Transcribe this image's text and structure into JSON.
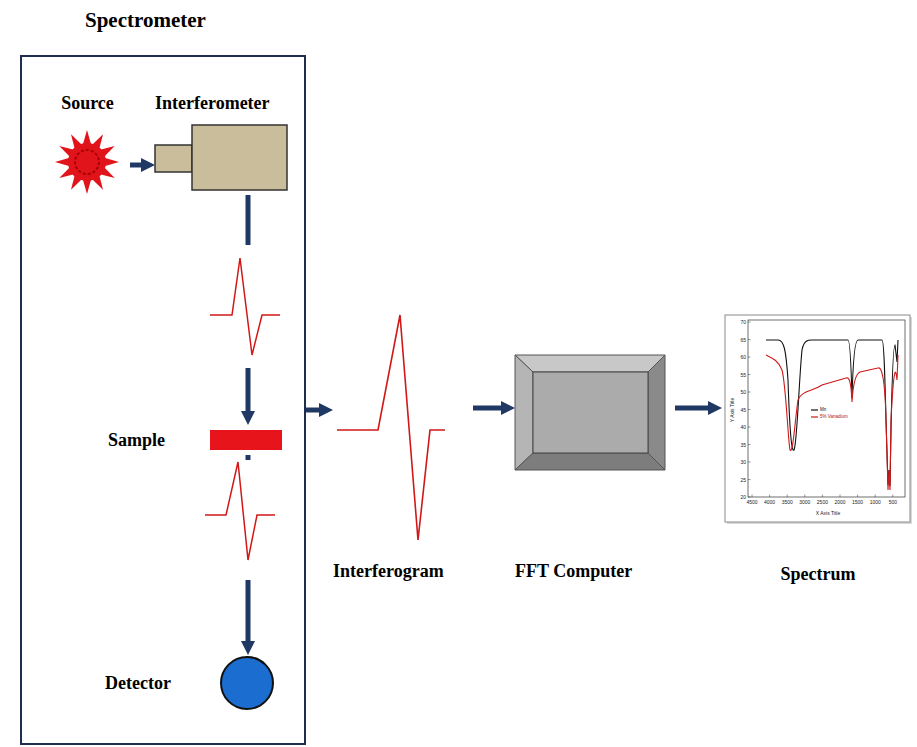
{
  "diagram": {
    "nodes": [
      {
        "text": [
          "Spectrometer"
        ]
      },
      {
        "text": [
          "Source"
        ],
        "in": 0
      },
      {
        "text": [
          "Interferometer"
        ],
        "in": 0
      },
      {
        "text": [
          "Sample"
        ],
        "in": 0
      },
      {
        "text": [
          "Detector"
        ],
        "in": 0
      },
      {
        "text": [
          "Interferogram"
        ]
      },
      {
        "text": [
          "FFT Computer"
        ]
      },
      {
        "text": [
          "Spectrum"
        ]
      }
    ],
    "edges": [
      {
        "from": 1,
        "to": 2,
        "arrow": "to"
      },
      {
        "from": 2,
        "to": 3,
        "arrow": "to"
      },
      {
        "from": 3,
        "to": 4,
        "arrow": "to"
      },
      {
        "from": 0,
        "to": 5,
        "arrow": "to"
      },
      {
        "from": 5,
        "to": 6,
        "arrow": "to"
      },
      {
        "from": 6,
        "to": 7,
        "arrow": "to"
      }
    ],
    "labels": [
      "70",
      "65",
      "60",
      "55",
      "50",
      "45",
      "40",
      "35",
      "30",
      "25",
      "20",
      "4500",
      "4000",
      "3500",
      "3000",
      "2500",
      "2000",
      "1500",
      "1000",
      "500",
      "Y Axis Title",
      "X Axis Title"
    ],
    "legend": [
      {
        "text": "Mn"
      },
      {
        "text": "5% Vanadium"
      }
    ]
  }
}
